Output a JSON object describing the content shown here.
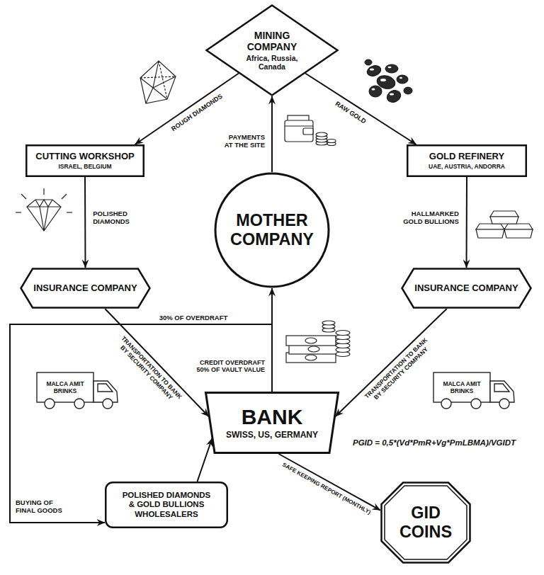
{
  "diagram": {
    "nodes": [
      {
        "text": [
          "MINING COMPANY",
          "Africa, Russia, Canada"
        ]
      },
      {
        "text": [
          "CUTTING WORKSHOP",
          "ISRAEL, BELGIUM"
        ]
      },
      {
        "text": [
          "MOTHER COMPANY"
        ]
      },
      {
        "text": [
          "GOLD REFINERY",
          "UAE, AUSTRIA, ANDORRA"
        ]
      },
      {
        "text": [
          "INSURANCE COMPANY"
        ]
      },
      {
        "text": [
          "INSURANCE COMPANY"
        ]
      },
      {
        "text": [
          "BANK",
          "SWISS, US, GERMANY"
        ]
      },
      {
        "text": [
          "POLISHED DIAMONDS & GOLD BULLIONS WHOLESALERS"
        ]
      },
      {
        "text": [
          "GID COINS"
        ]
      }
    ],
    "edges": [
      {
        "from": 0,
        "to": 1,
        "label": "ROUGH DIAMONDS",
        "arrow": "to"
      },
      {
        "from": 0,
        "to": 3,
        "label": "RAW GOLD",
        "arrow": "to"
      },
      {
        "from": 2,
        "to": 0,
        "label": "PAYMENTS AT THE SITE",
        "arrow": "to"
      },
      {
        "from": 1,
        "to": 4,
        "label": "POLISHED DIAMONDS",
        "arrow": "to"
      },
      {
        "from": 3,
        "to": 5,
        "label": "HALLMARKED GOLD BULLIONS",
        "arrow": "to"
      },
      {
        "from": 4,
        "to": 6,
        "label": "TRANSPORTATION TO BANK BY SECURITY COMPANY",
        "arrow": "to"
      },
      {
        "from": 5,
        "to": 6,
        "label": "TRANSPORTATION TO BANK BY SECURITY COMPANY",
        "arrow": "to"
      },
      {
        "from": 6,
        "to": 2,
        "label": "CREDIT OVERDRAFT 50% OF VAULT VALUE",
        "arrow": "to"
      },
      {
        "from": 6,
        "to": 7,
        "label": "30% OF OVERDRAFT",
        "arrow": "to"
      },
      {
        "from": 7,
        "to": 6,
        "arrow": "to"
      },
      {
        "from": 6,
        "to": 8,
        "label": "SAFE KEEPING REPORT (MONTHLY)",
        "arrow": "to"
      }
    ],
    "labels": [
      "MALCA AMIT BRINKS",
      "MALCA AMIT BRINKS",
      "BUYING OF FINAL GOODS",
      "PGID = 0,5*(Vd*PmR+Vg*PmLBMA)/VGIDT"
    ]
  }
}
